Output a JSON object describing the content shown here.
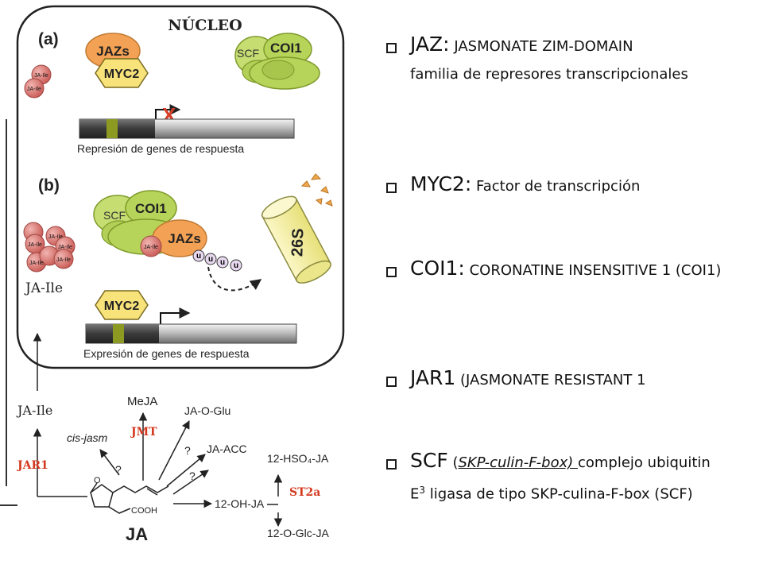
{
  "diagram": {
    "nucleus_title": "NÚCLEO",
    "panel_a": {
      "label": "(a)",
      "jazs": "JAZs",
      "myc2": "MYC2",
      "scf": "SCF",
      "coi1": "COI1",
      "ja_ile_molecule": "JA-Ile",
      "block_mark": "X",
      "caption": "Represión de genes de respuesta"
    },
    "panel_b": {
      "label": "(b)",
      "scf": "SCF",
      "coi1": "COI1",
      "jazs": "JAZs",
      "ja_ile_bound": "JA-Ile",
      "ubiquitin": "u",
      "proteasome": "26S",
      "myc2": "MYC2",
      "ja_ile_molecule": "JA-Ile",
      "ja_ile_pool_label": "JA-Ile",
      "caption": "Expresión de genes de respuesta"
    },
    "pathway": {
      "ja_ile": "JA-Ile",
      "jar1": "JAR1",
      "cis_jasm": "cis-jasm",
      "meja": "MeJA",
      "jmt": "JMT",
      "ja_o_glu": "JA-O-Glu",
      "ja_acc": "JA-ACC",
      "unknown": "?",
      "hso4_ja": "12-HSO₄-JA",
      "st2a": "ST2a",
      "oh_ja": "12-OH-JA",
      "o_glc_ja": "12-O-Glc-JA",
      "cooh": "COOH",
      "oxygen": "O",
      "ja": "JA"
    }
  },
  "bullets": [
    {
      "term": "JAZ",
      "sep": ":",
      "desc": " JASMONATE ZIM-DOMAIN",
      "desc2": "familia de represores transcripcionales"
    },
    {
      "term": "MYC2",
      "sep": ":",
      "desc": " Factor de transcripción"
    },
    {
      "term": "COI1",
      "sep": ":",
      "desc": " CORONATINE INSENSITIVE 1 (COI1)"
    },
    {
      "term": "JAR1",
      "desc": " (JASMONATE RESISTANT 1"
    },
    {
      "term": "SCF",
      "paren_open": " (",
      "underlined": "SKP-culin-F-box) ",
      "desc": "complejo ubiquitin E",
      "sup": "3",
      "desc2": " ligasa de tipo SKP-culina-F-box (SCF)"
    }
  ],
  "colors": {
    "jaz_orange": "#f3a154",
    "myc2_yellow": "#f8e27a",
    "coi1_green": "#b7d45a",
    "ja_ile_red": "#dc7b76",
    "proteasome_yellow": "#f3ee9a",
    "enzyme_red": "#d4391f",
    "x_red": "#d6402a"
  }
}
